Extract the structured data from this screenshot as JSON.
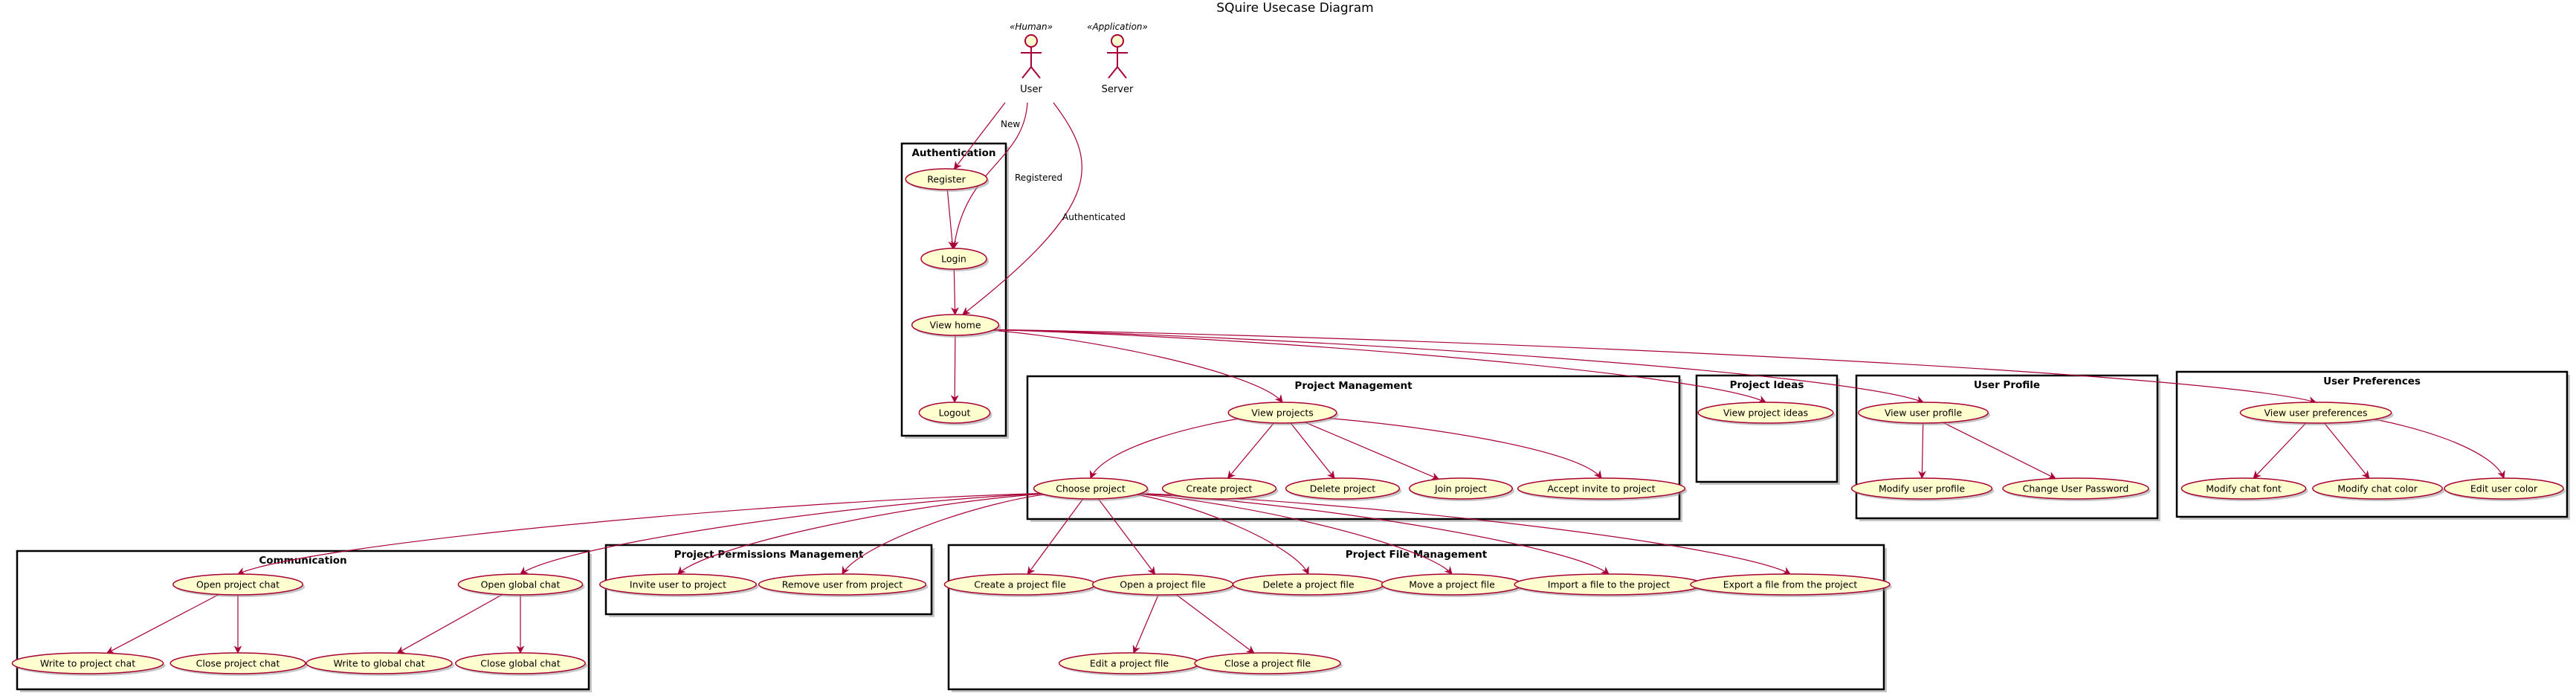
{
  "title": "SQuire Usecase Diagram",
  "colors": {
    "usecase_fill": "#FEFECE",
    "line": "#A80036",
    "package_border": "#000000"
  },
  "actors": [
    {
      "id": "user",
      "name": "User",
      "stereotype": "«Human»"
    },
    {
      "id": "server",
      "name": "Server",
      "stereotype": "«Application»"
    }
  ],
  "packages": [
    {
      "id": "authentication",
      "title": "Authentication"
    },
    {
      "id": "project-management",
      "title": "Project Management"
    },
    {
      "id": "project-ideas",
      "title": "Project Ideas"
    },
    {
      "id": "user-profile",
      "title": "User Profile"
    },
    {
      "id": "user-preferences",
      "title": "User Preferences"
    },
    {
      "id": "communication",
      "title": "Communication"
    },
    {
      "id": "project-permissions-management",
      "title": "Project Permissions Management"
    },
    {
      "id": "project-file-management",
      "title": "Project File Management"
    }
  ],
  "usecases": [
    {
      "id": "register",
      "label": "Register"
    },
    {
      "id": "login",
      "label": "Login"
    },
    {
      "id": "view-home",
      "label": "View home"
    },
    {
      "id": "logout",
      "label": "Logout"
    },
    {
      "id": "view-projects",
      "label": "View projects"
    },
    {
      "id": "choose-project",
      "label": "Choose project"
    },
    {
      "id": "create-project",
      "label": "Create project"
    },
    {
      "id": "delete-project",
      "label": "Delete project"
    },
    {
      "id": "join-project",
      "label": "Join project"
    },
    {
      "id": "accept-invite",
      "label": "Accept invite to project"
    },
    {
      "id": "view-project-ideas",
      "label": "View project ideas"
    },
    {
      "id": "view-user-profile",
      "label": "View user profile"
    },
    {
      "id": "modify-user-profile",
      "label": "Modify user profile"
    },
    {
      "id": "change-user-password",
      "label": "Change User Password"
    },
    {
      "id": "view-user-preferences",
      "label": "View user preferences"
    },
    {
      "id": "modify-chat-font",
      "label": "Modify chat font"
    },
    {
      "id": "modify-chat-color",
      "label": "Modify chat color"
    },
    {
      "id": "edit-user-color",
      "label": "Edit user color"
    },
    {
      "id": "open-project-chat",
      "label": "Open project chat"
    },
    {
      "id": "open-global-chat",
      "label": "Open global chat"
    },
    {
      "id": "write-project-chat",
      "label": "Write to project chat"
    },
    {
      "id": "close-project-chat",
      "label": "Close project chat"
    },
    {
      "id": "write-global-chat",
      "label": "Write to global chat"
    },
    {
      "id": "close-global-chat",
      "label": "Close global chat"
    },
    {
      "id": "invite-user",
      "label": "Invite user to project"
    },
    {
      "id": "remove-user",
      "label": "Remove user from project"
    },
    {
      "id": "create-file",
      "label": "Create a project file"
    },
    {
      "id": "open-file",
      "label": "Open a project file"
    },
    {
      "id": "delete-file",
      "label": "Delete a project file"
    },
    {
      "id": "move-file",
      "label": "Move a project file"
    },
    {
      "id": "import-file",
      "label": "Import a file to the project"
    },
    {
      "id": "export-file",
      "label": "Export a file from the project"
    },
    {
      "id": "edit-file",
      "label": "Edit a project file"
    },
    {
      "id": "close-file",
      "label": "Close a project file"
    }
  ],
  "edges": [
    {
      "from": "user",
      "to": "register",
      "label": "New"
    },
    {
      "from": "user",
      "to": "login",
      "label": "Registered"
    },
    {
      "from": "user",
      "to": "view-home",
      "label": "Authenticated"
    },
    {
      "from": "register",
      "to": "login",
      "label": ""
    },
    {
      "from": "login",
      "to": "view-home",
      "label": ""
    },
    {
      "from": "view-home",
      "to": "logout",
      "label": ""
    },
    {
      "from": "view-home",
      "to": "view-projects",
      "label": ""
    },
    {
      "from": "view-home",
      "to": "view-project-ideas",
      "label": ""
    },
    {
      "from": "view-home",
      "to": "view-user-profile",
      "label": ""
    },
    {
      "from": "view-home",
      "to": "view-user-preferences",
      "label": ""
    },
    {
      "from": "view-projects",
      "to": "choose-project",
      "label": ""
    },
    {
      "from": "view-projects",
      "to": "create-project",
      "label": ""
    },
    {
      "from": "view-projects",
      "to": "delete-project",
      "label": ""
    },
    {
      "from": "view-projects",
      "to": "join-project",
      "label": ""
    },
    {
      "from": "view-projects",
      "to": "accept-invite",
      "label": ""
    },
    {
      "from": "view-user-profile",
      "to": "modify-user-profile",
      "label": ""
    },
    {
      "from": "view-user-profile",
      "to": "change-user-password",
      "label": ""
    },
    {
      "from": "view-user-preferences",
      "to": "modify-chat-font",
      "label": ""
    },
    {
      "from": "view-user-preferences",
      "to": "modify-chat-color",
      "label": ""
    },
    {
      "from": "view-user-preferences",
      "to": "edit-user-color",
      "label": ""
    },
    {
      "from": "choose-project",
      "to": "open-project-chat",
      "label": ""
    },
    {
      "from": "choose-project",
      "to": "open-global-chat",
      "label": ""
    },
    {
      "from": "choose-project",
      "to": "invite-user",
      "label": ""
    },
    {
      "from": "choose-project",
      "to": "remove-user",
      "label": ""
    },
    {
      "from": "choose-project",
      "to": "create-file",
      "label": ""
    },
    {
      "from": "choose-project",
      "to": "open-file",
      "label": ""
    },
    {
      "from": "choose-project",
      "to": "delete-file",
      "label": ""
    },
    {
      "from": "choose-project",
      "to": "move-file",
      "label": ""
    },
    {
      "from": "choose-project",
      "to": "import-file",
      "label": ""
    },
    {
      "from": "choose-project",
      "to": "export-file",
      "label": ""
    },
    {
      "from": "open-project-chat",
      "to": "write-project-chat",
      "label": ""
    },
    {
      "from": "open-project-chat",
      "to": "close-project-chat",
      "label": ""
    },
    {
      "from": "open-global-chat",
      "to": "write-global-chat",
      "label": ""
    },
    {
      "from": "open-global-chat",
      "to": "close-global-chat",
      "label": ""
    },
    {
      "from": "open-file",
      "to": "edit-file",
      "label": ""
    },
    {
      "from": "open-file",
      "to": "close-file",
      "label": ""
    }
  ]
}
